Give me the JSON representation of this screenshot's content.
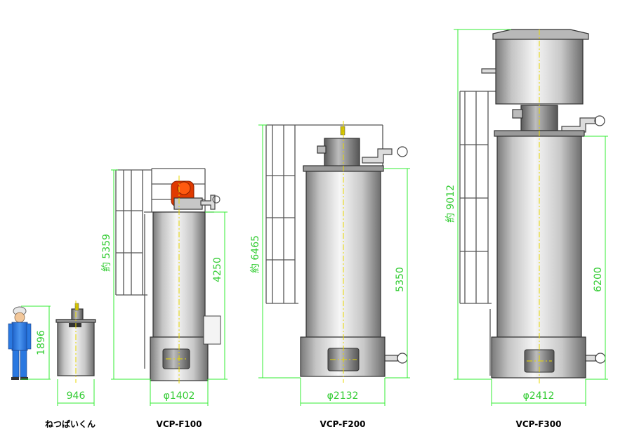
{
  "person_height": "1896",
  "units": [
    {
      "name": "ねつぱいくん",
      "width": "946"
    },
    {
      "name": "VCP-F100",
      "height_total": "約 5359",
      "height_body": "4250",
      "diameter": "φ1402"
    },
    {
      "name": "VCP-F200",
      "height_total": "約 6465",
      "height_body": "5350",
      "diameter": "φ2132"
    },
    {
      "name": "VCP-F300",
      "height_total": "約 9012",
      "height_body": "6200",
      "diameter": "φ2412"
    }
  ],
  "colors": {
    "dimension": "#33cc33",
    "burner": "#e03a00",
    "centerline": "#e8d800",
    "person": "#1f6fd6"
  }
}
